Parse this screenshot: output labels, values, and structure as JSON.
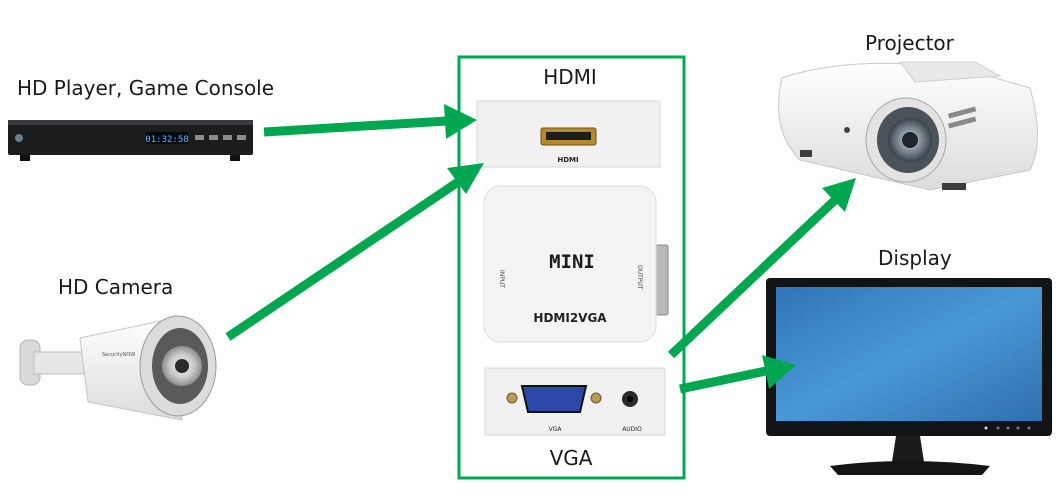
{
  "labels": {
    "hd_player": "HD Player, Game Console",
    "hd_camera": "HD Camera",
    "projector": "Projector",
    "display": "Display",
    "hdmi_top": "HDMI",
    "vga_bottom": "VGA"
  },
  "player_device": {
    "clock": "01:32:58"
  },
  "camera_device": {
    "brand": "SecurityNOW"
  },
  "converter": {
    "port_hdmi_label": "HDMI",
    "mini": "MINI",
    "model": "HDMI2VGA",
    "input_label": "INPUT",
    "output_label": "OUTPUT",
    "port_vga_label": "VGA",
    "port_audio_label": "AUDIO"
  },
  "colors": {
    "arrow": "#00a650",
    "frame": "#00a650",
    "screen": "#3d86c6"
  },
  "icons": [
    "arrow-icon"
  ]
}
